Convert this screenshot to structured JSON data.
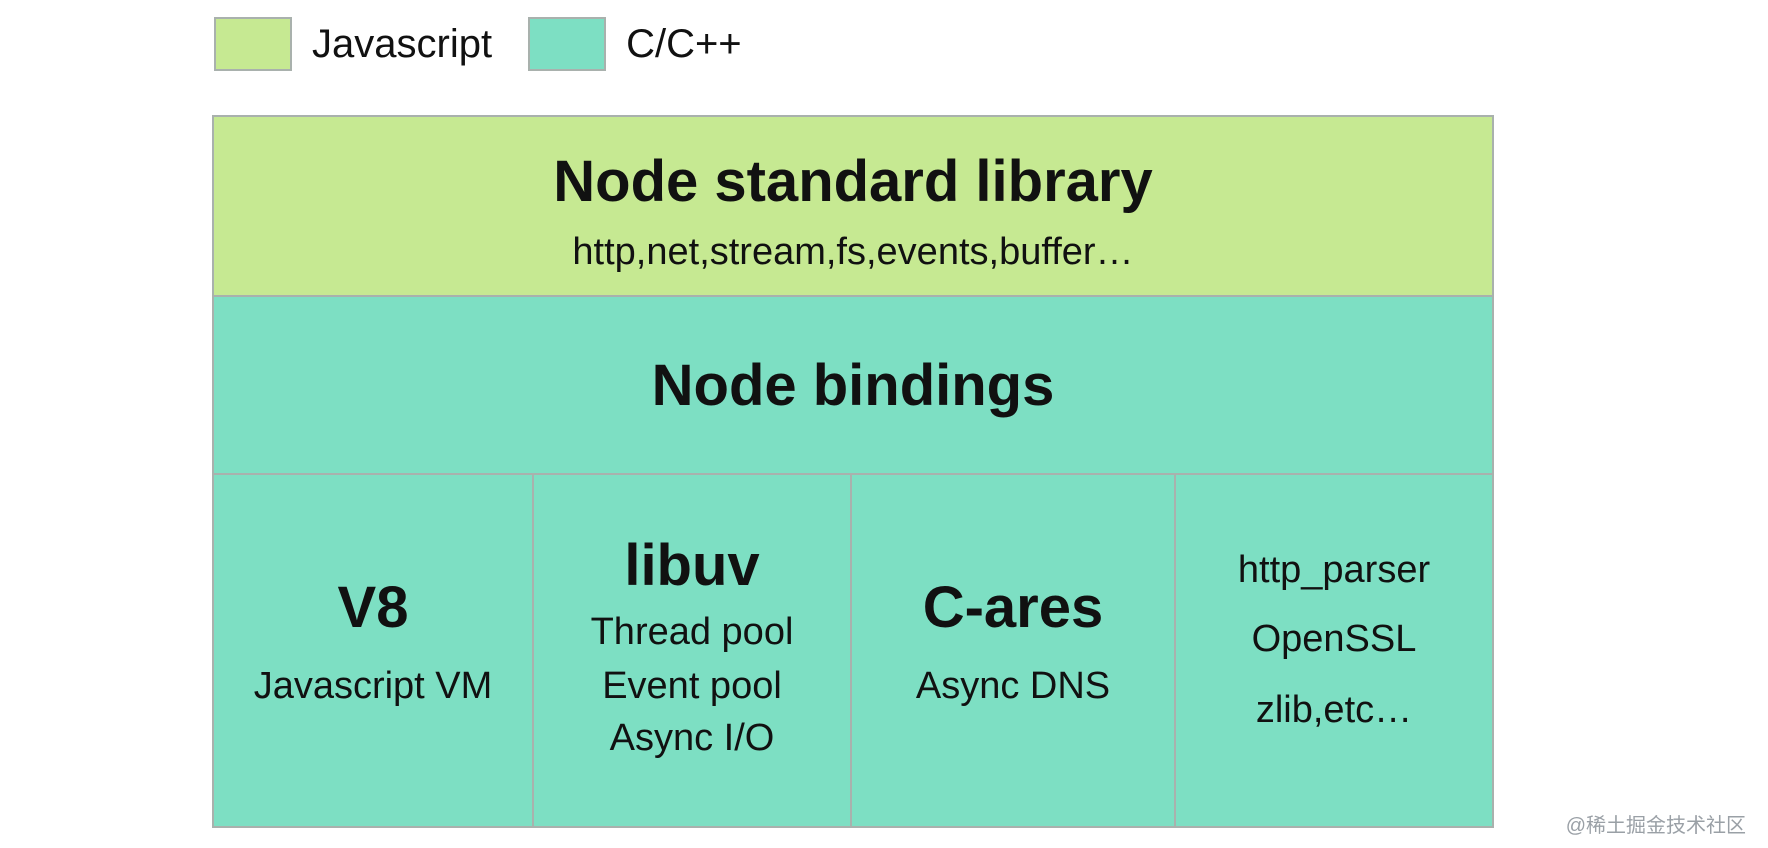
{
  "legend": {
    "items": [
      {
        "label": "Javascript",
        "color": "#c6e992"
      },
      {
        "label": "C/C++",
        "color": "#7ddfc3"
      }
    ]
  },
  "layers": {
    "stdlib": {
      "title": "Node standard library",
      "subtitle": "http,net,stream,fs,events,buffer…",
      "color": "#c6e992"
    },
    "bindings": {
      "title": "Node bindings",
      "color": "#7ddfc3"
    },
    "deps": {
      "v8": {
        "title": "V8",
        "lines": [
          "Javascript VM"
        ]
      },
      "libuv": {
        "title": "libuv",
        "lines": [
          "Thread pool",
          "Event pool",
          "Async I/O"
        ]
      },
      "cares": {
        "title": "C-ares",
        "lines": [
          "Async DNS"
        ]
      },
      "others": {
        "lines": [
          "http_parser",
          "OpenSSL",
          "zlib,etc…"
        ]
      }
    }
  },
  "watermark": "@稀土掘金技术社区"
}
